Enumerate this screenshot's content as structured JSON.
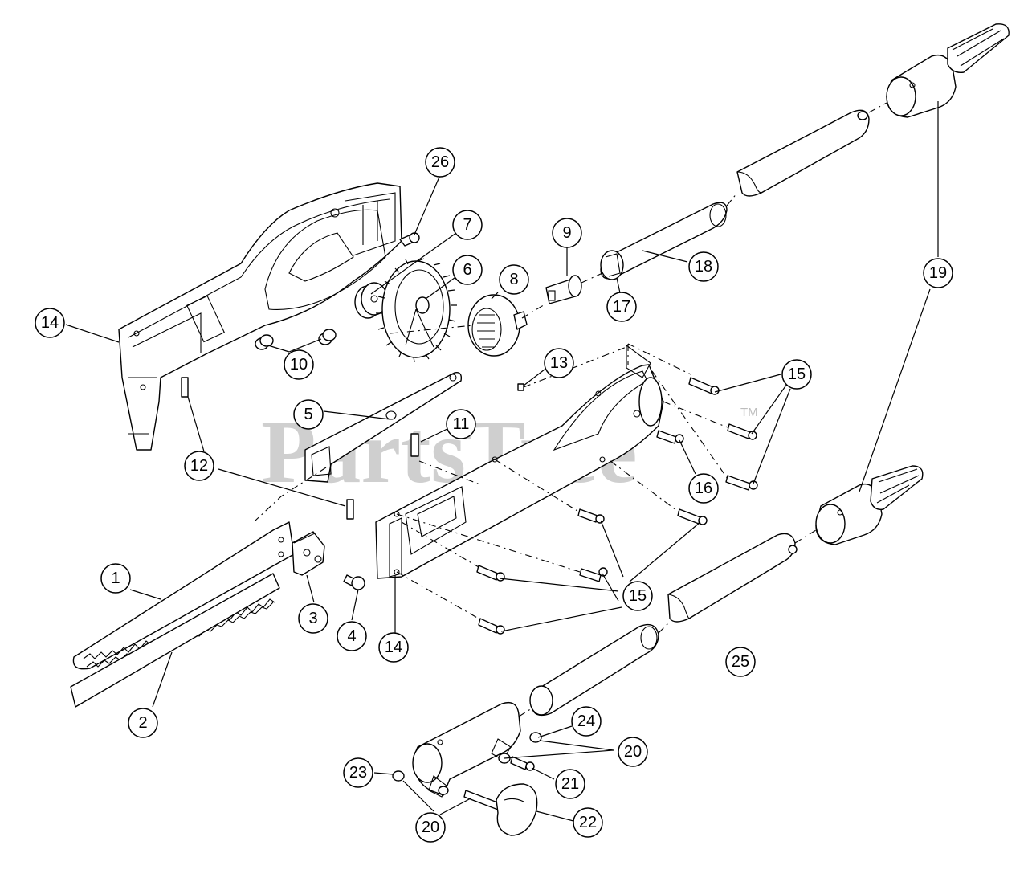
{
  "watermark": {
    "text": "PartsTree",
    "trademark": "TM"
  },
  "callouts": [
    {
      "id": "c1",
      "number": "1"
    },
    {
      "id": "c2",
      "number": "2"
    },
    {
      "id": "c3",
      "number": "3"
    },
    {
      "id": "c4",
      "number": "4"
    },
    {
      "id": "c5",
      "number": "5"
    },
    {
      "id": "c6",
      "number": "6"
    },
    {
      "id": "c7",
      "number": "7"
    },
    {
      "id": "c8",
      "number": "8"
    },
    {
      "id": "c9",
      "number": "9"
    },
    {
      "id": "c10",
      "number": "10"
    },
    {
      "id": "c11",
      "number": "11"
    },
    {
      "id": "c12",
      "number": "12"
    },
    {
      "id": "c13",
      "number": "13"
    },
    {
      "id": "c14a",
      "number": "14"
    },
    {
      "id": "c14b",
      "number": "14"
    },
    {
      "id": "c15a",
      "number": "15"
    },
    {
      "id": "c15b",
      "number": "15"
    },
    {
      "id": "c16",
      "number": "16"
    },
    {
      "id": "c17",
      "number": "17"
    },
    {
      "id": "c18",
      "number": "18"
    },
    {
      "id": "c19",
      "number": "19"
    },
    {
      "id": "c20a",
      "number": "20"
    },
    {
      "id": "c20b",
      "number": "20"
    },
    {
      "id": "c21",
      "number": "21"
    },
    {
      "id": "c22",
      "number": "22"
    },
    {
      "id": "c23",
      "number": "23"
    },
    {
      "id": "c24",
      "number": "24"
    },
    {
      "id": "c25",
      "number": "25"
    },
    {
      "id": "c26",
      "number": "26"
    }
  ]
}
